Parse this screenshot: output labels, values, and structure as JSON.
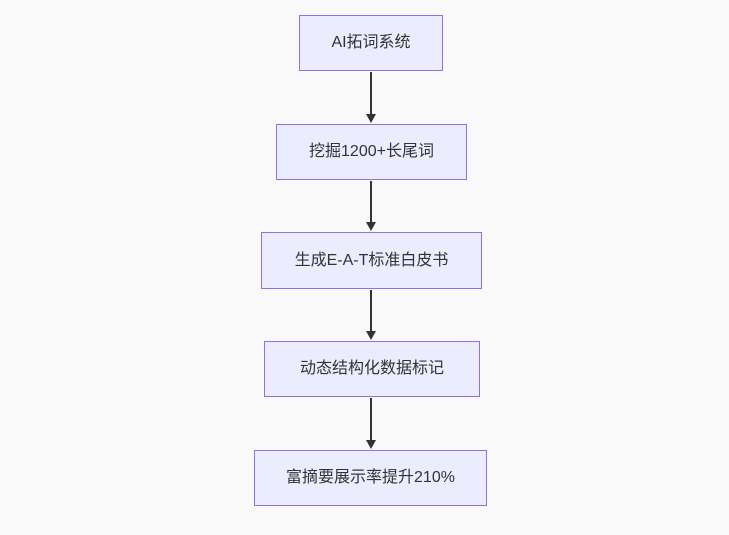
{
  "diagram": {
    "type": "flowchart",
    "direction": "top-to-bottom",
    "nodes": [
      {
        "id": "node-1",
        "label": "AI拓词系统"
      },
      {
        "id": "node-2",
        "label": "挖掘1200+长尾词"
      },
      {
        "id": "node-3",
        "label": "生成E-A-T标准白皮书"
      },
      {
        "id": "node-4",
        "label": "动态结构化数据标记"
      },
      {
        "id": "node-5",
        "label": "富摘要展示率提升210%"
      }
    ],
    "edges": [
      {
        "from": "AI拓词系统",
        "to": "挖掘1200+长尾词",
        "style": "arrow-down"
      },
      {
        "from": "挖掘1200+长尾词",
        "to": "生成E-A-T标准白皮书",
        "style": "arrow-down"
      },
      {
        "from": "生成E-A-T标准白皮书",
        "to": "动态结构化数据标记",
        "style": "arrow-down"
      },
      {
        "from": "动态结构化数据标记",
        "to": "富摘要展示率提升210%",
        "style": "arrow-down"
      }
    ],
    "colors": {
      "background": "#f9f9f9",
      "node_fill": "#ECECFF",
      "node_border": "#9370DB",
      "node_text": "#333333",
      "arrow": "#333333"
    }
  }
}
